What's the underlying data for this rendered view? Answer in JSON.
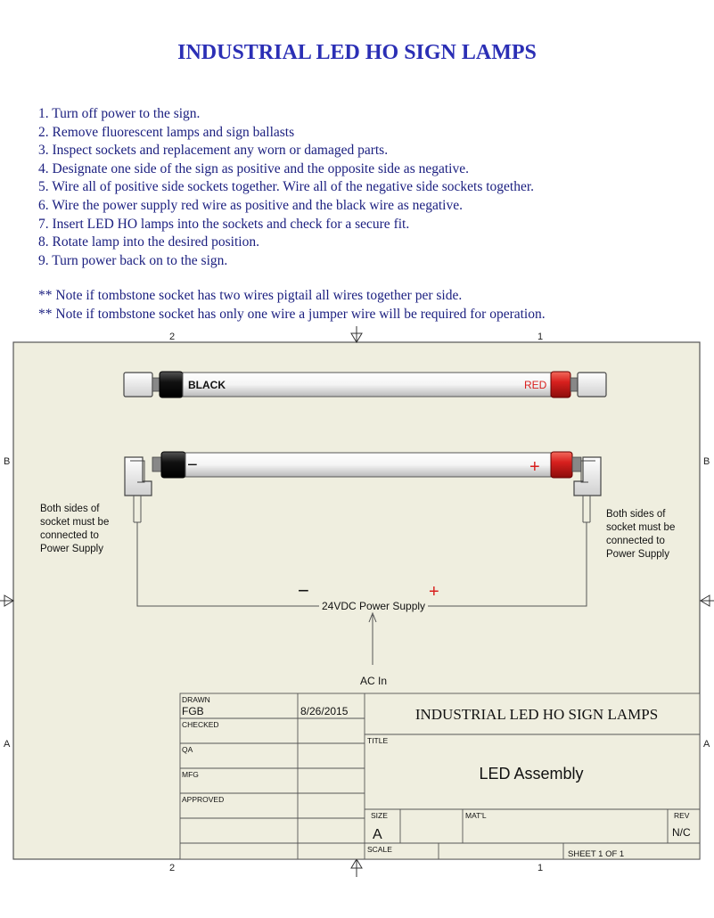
{
  "header": {
    "title": "INDUSTRIAL LED HO SIGN LAMPS"
  },
  "steps": [
    "1.  Turn off power to the sign.",
    "2.  Remove fluorescent lamps and sign ballasts",
    "3.  Inspect sockets and replacement any worn or damaged parts.",
    "4.  Designate one side of the sign as positive and the opposite side as negative.",
    "5.  Wire all of positive side sockets together. Wire all of the negative side sockets together.",
    "6.  Wire the power supply red wire as positive and the black wire as negative.",
    "7.  Insert LED HO lamps into the sockets and check for a secure fit.",
    "8.  Rotate lamp into the desired position.",
    "9.  Turn power back on to the sign."
  ],
  "notes": [
    "** Note if tombstone socket has two wires pigtail all wires together per side.",
    "** Note if tombstone socket has only one wire a jumper wire will be required for operation."
  ],
  "frame": {
    "zone_top_left": "2",
    "zone_top_right": "1",
    "zone_bottom_left": "2",
    "zone_bottom_right": "1",
    "zone_left_b": "B",
    "zone_right_b": "B",
    "zone_left_a": "A",
    "zone_right_a": "A",
    "border_color": "#555555",
    "sheet_color": "#efeedf"
  },
  "lamp_top": {
    "left_label": "BLACK",
    "right_label": "RED",
    "red_color": "#d8201e"
  },
  "lamp_bottom": {
    "minus": "−",
    "plus": "+"
  },
  "wiring": {
    "left_note": [
      "Both sides of",
      "socket must be",
      "connected to",
      "Power Supply"
    ],
    "right_note": [
      "Both sides of",
      "socket must be",
      "connected to",
      "Power Supply"
    ],
    "minus": "−",
    "plus": "+",
    "power_supply": "24VDC Power Supply",
    "ac_in": "AC In"
  },
  "title_block": {
    "drawn_label": "DRAWN",
    "drawn_by": "FGB",
    "drawn_date": "8/26/2015",
    "checked_label": "CHECKED",
    "qa_label": "QA",
    "mfg_label": "MFG",
    "approved_label": "APPROVED",
    "company": "INDUSTRIAL LED HO SIGN LAMPS",
    "title_label": "TITLE",
    "title_value": "LED Assembly",
    "size_label": "SIZE",
    "size_value": "A",
    "matl_label": "MAT'L",
    "rev_label": "REV",
    "rev_value": "N/C",
    "scale_label": "SCALE",
    "sheet_label": "SHEET 1  OF 1"
  }
}
